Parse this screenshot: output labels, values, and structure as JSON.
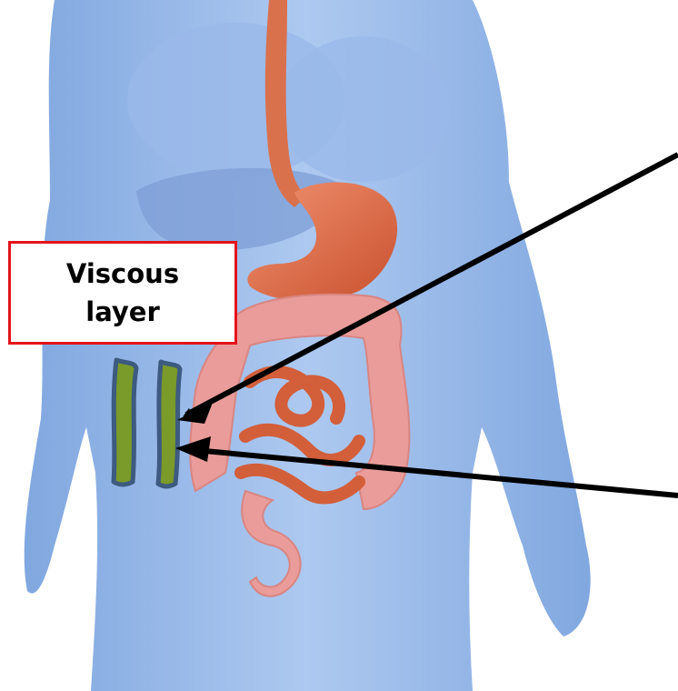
{
  "label": {
    "text": "Viscous layer"
  },
  "colors": {
    "body": "#8fb3e8",
    "organ": "#d95f3c",
    "colon": "#e79a98",
    "layer_fill": "#7a9a2a",
    "layer_stroke": "#3d5a80",
    "label_border": "#e3141b",
    "arrow": "#000000"
  },
  "icons": [
    "arrow-pointer",
    "arrow-pointer"
  ]
}
